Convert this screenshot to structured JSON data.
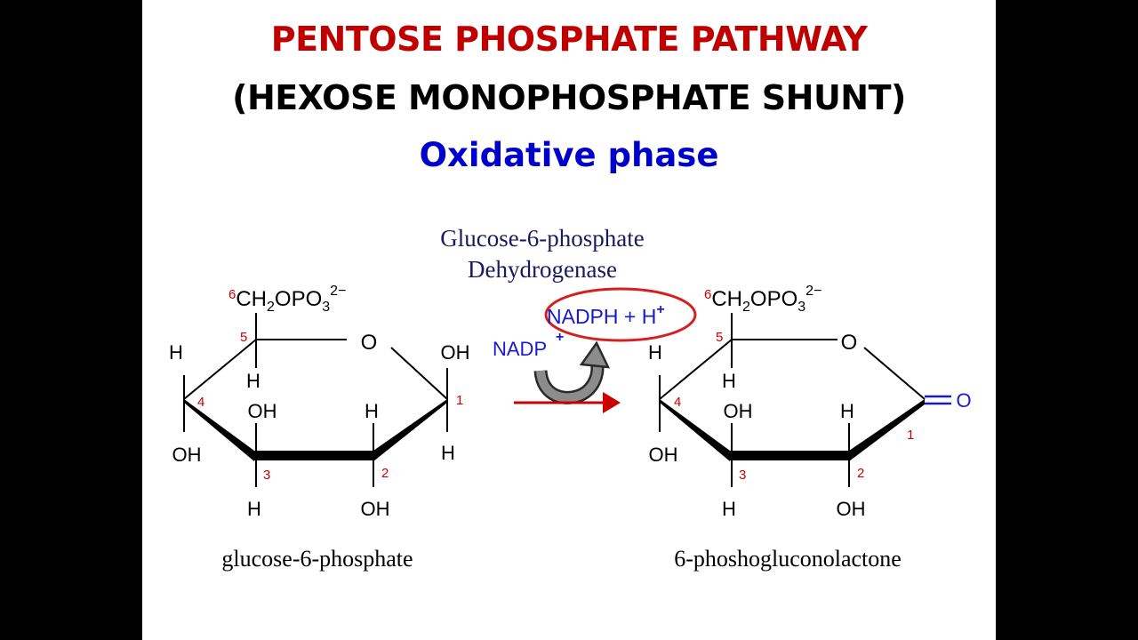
{
  "slide": {
    "title_line1": "PENTOSE PHOSPHATE PATHWAY",
    "title_line2": "(HEXOSE MONOPHOSPHATE SHUNT)",
    "subtitle": "Oxidative phase"
  },
  "colors": {
    "title_red": "#c00000",
    "subtitle_blue": "#0000cc",
    "diagram_blue": "#1a1acc",
    "number_red": "#cc0000",
    "enzyme_text": "#1a1a5e",
    "arrow_red": "#cc0000",
    "circle_red": "#d42020"
  },
  "enzyme": {
    "line1": "Glucose-6-phosphate",
    "line2": "Dehydrogenase"
  },
  "cofactors": {
    "nadp": "NADP",
    "nadp_charge": "+",
    "nadph": "NADPH + H",
    "nadph_charge": "+"
  },
  "substrate": {
    "name": "glucose-6-phosphate",
    "ch2": "CH",
    "sub2": "2",
    "opo": "OPO",
    "sub3": "3",
    "charge": "2−",
    "c6": "6",
    "c5": "5",
    "c4": "4",
    "c3": "3",
    "c2": "2",
    "c1": "1",
    "ring_o": "O",
    "h": "H",
    "oh": "OH"
  },
  "product": {
    "name": "6-phoshogluconolactone",
    "ch2": "CH",
    "sub2": "2",
    "opo": "OPO",
    "sub3": "3",
    "charge": "2−",
    "c6": "6",
    "c5": "5",
    "c4": "4",
    "c3": "3",
    "c2": "2",
    "c1": "1",
    "ring_o": "O",
    "carbonyl_o": "O",
    "h": "H",
    "oh": "OH"
  }
}
